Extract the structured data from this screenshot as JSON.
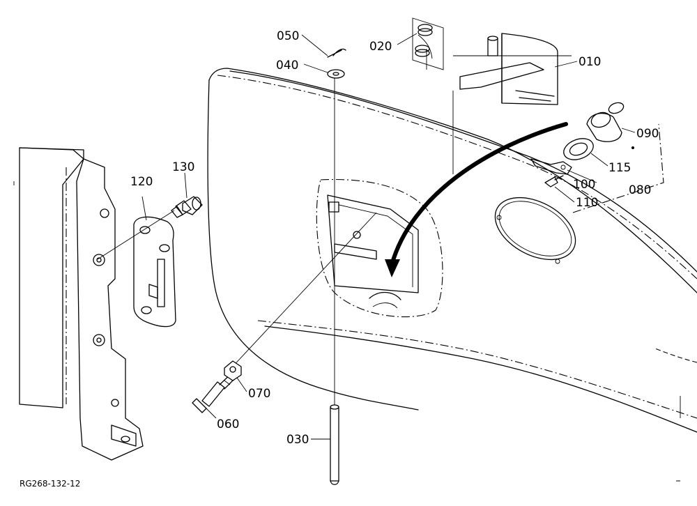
{
  "diagram": {
    "reference_code": "RG268-132-12",
    "parts": [
      {
        "id": "010"
      },
      {
        "id": "020"
      },
      {
        "id": "030"
      },
      {
        "id": "040"
      },
      {
        "id": "050"
      },
      {
        "id": "060"
      },
      {
        "id": "070"
      },
      {
        "id": "080"
      },
      {
        "id": "090"
      },
      {
        "id": "100"
      },
      {
        "id": "110"
      },
      {
        "id": "115"
      },
      {
        "id": "120"
      },
      {
        "id": "130"
      }
    ]
  }
}
